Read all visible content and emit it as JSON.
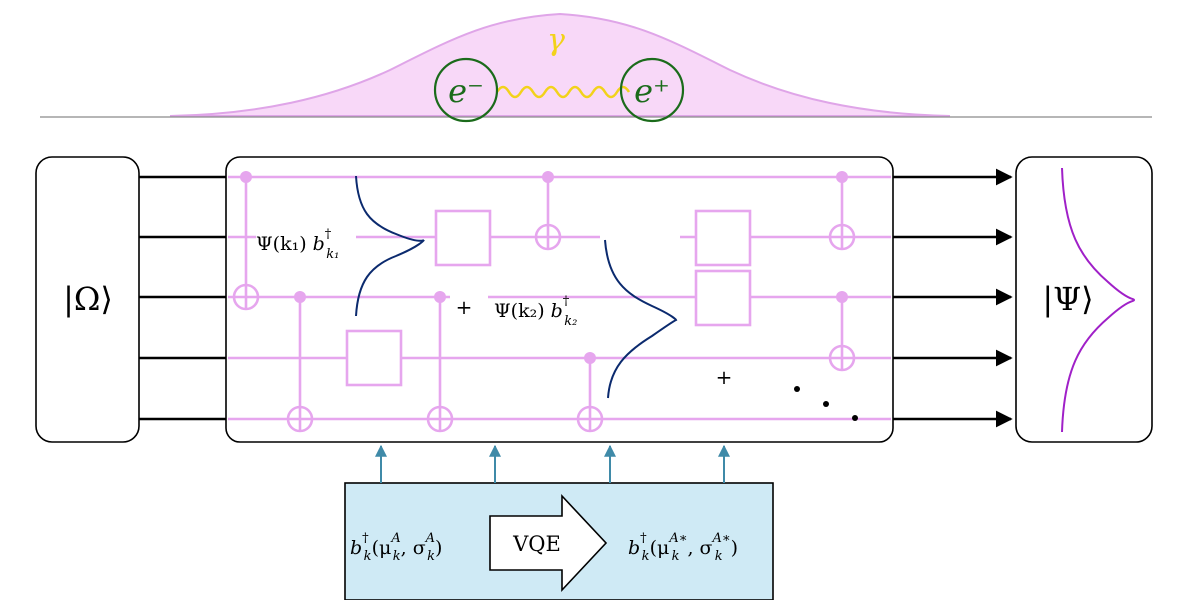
{
  "colors": {
    "circuit": "#e6a6ee",
    "pulse_fill": "#f8d8f8",
    "pulse_stroke": "#dfa5e8",
    "photon": "#f2d21b",
    "particle": "#1b6b1b",
    "wavepacket": "#0b2a6e",
    "output_wave": "#a020c8",
    "arrow_blue": "#3f8aa8",
    "vqe_box": "#cfeaf5",
    "black": "#000000"
  },
  "scattering": {
    "photon_label": "γ",
    "electron": "e⁻",
    "positron": "e⁺"
  },
  "input_state": "|Ω⟩",
  "output_state": "|Ψ⟩",
  "circuit": {
    "term1": {
      "psi": "Ψ(k₁)",
      "op": "b",
      "dagger": "†",
      "sub": "k₁"
    },
    "term2": {
      "psi": "Ψ(k₂)",
      "op": "b",
      "dagger": "†",
      "sub": "k₂"
    },
    "plus1": "+",
    "plus2": "+"
  },
  "vqe": {
    "label": "VQE",
    "left": {
      "op": "b",
      "dagger": "†",
      "sub": "k",
      "args": "(μ",
      "a1sup": "A",
      "a1sub": "k",
      "comma": ", σ",
      "a2sup": "A",
      "a2sub": "k",
      "close": ")"
    },
    "right": {
      "op": "b",
      "dagger": "†",
      "sub": "k",
      "args": "(μ",
      "a1sup": "A∗",
      "a1sub": "k",
      "comma": ", σ",
      "a2sup": "A∗",
      "a2sub": "k",
      "close": ")"
    }
  }
}
